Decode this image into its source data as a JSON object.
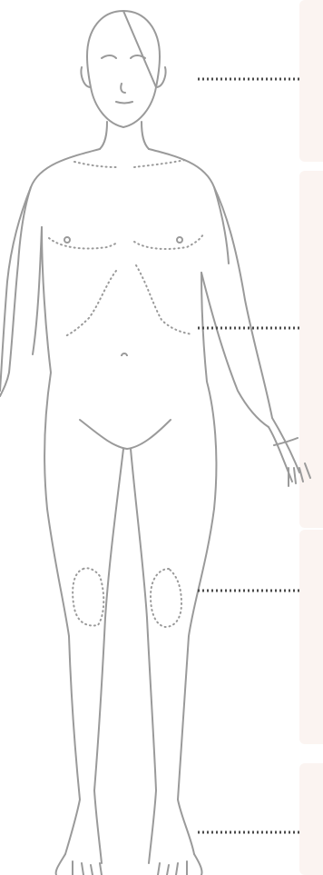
{
  "colors": {
    "outline": "#9a9a9a",
    "panel_background": "#fbf4f1",
    "leader_line": "#4a4a4a",
    "page_background": "#ffffff"
  },
  "figure": {
    "description_icon": "human-body-front-outline-icon"
  },
  "regions": [
    {
      "id": "head"
    },
    {
      "id": "torso"
    },
    {
      "id": "legs"
    },
    {
      "id": "feet"
    }
  ]
}
